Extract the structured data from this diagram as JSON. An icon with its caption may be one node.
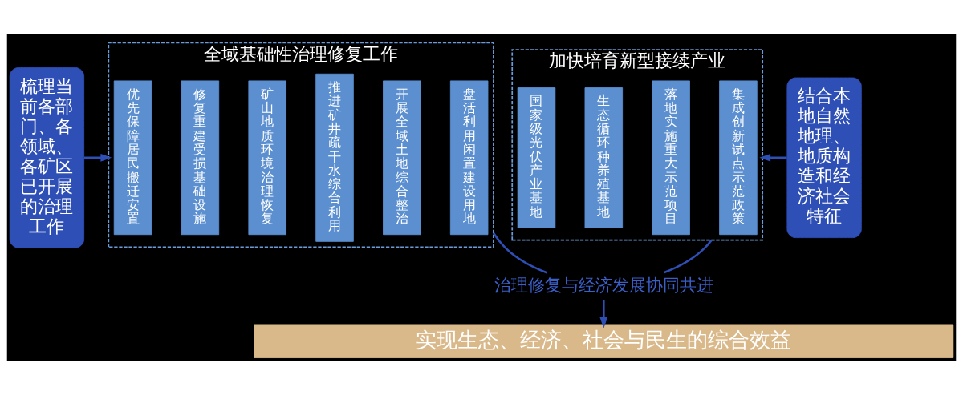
{
  "diagram": {
    "nodes": [
      {
        "text": [
          "梳理当前各部门、各领域、各矿区已开展的治理工作"
        ]
      },
      {
        "text": [
          "全域基础性治理修复工作"
        ]
      },
      {
        "text": [
          "优先保障居民搬迁安置"
        ],
        "in": 1
      },
      {
        "text": [
          "修复重建受损基础设施"
        ],
        "in": 1
      },
      {
        "text": [
          "矿山地质环境治理恢复"
        ],
        "in": 1
      },
      {
        "text": [
          "推进矿井疏干水综合利用"
        ],
        "in": 1
      },
      {
        "text": [
          "开展全域土地综合整治"
        ],
        "in": 1
      },
      {
        "text": [
          "盘活利用闲置建设用地"
        ],
        "in": 1
      },
      {
        "text": [
          "加快培育新型接续产业"
        ]
      },
      {
        "text": [
          "国家级光伏产业基地"
        ],
        "in": 8
      },
      {
        "text": [
          "生态循环种养殖基地"
        ],
        "in": 8
      },
      {
        "text": [
          "落地实施重大示范项目"
        ],
        "in": 8
      },
      {
        "text": [
          "集成创新试点示范政策"
        ],
        "in": 8
      },
      {
        "text": [
          "结合本地自然地理、地质构造和经济社会特征"
        ]
      },
      {
        "text": [
          "治理修复与经济发展协同共进"
        ]
      },
      {
        "text": [
          "实现生态、经济、社会与民生的综合效益"
        ]
      }
    ],
    "edges": [
      {
        "from": 0,
        "to": 1,
        "arrow": "to"
      },
      {
        "from": 13,
        "to": 8,
        "arrow": "to"
      },
      {
        "from": 1,
        "to": 14,
        "arrow": "none"
      },
      {
        "from": 8,
        "to": 14,
        "arrow": "none"
      },
      {
        "from": 14,
        "to": 15,
        "arrow": "to"
      }
    ]
  }
}
